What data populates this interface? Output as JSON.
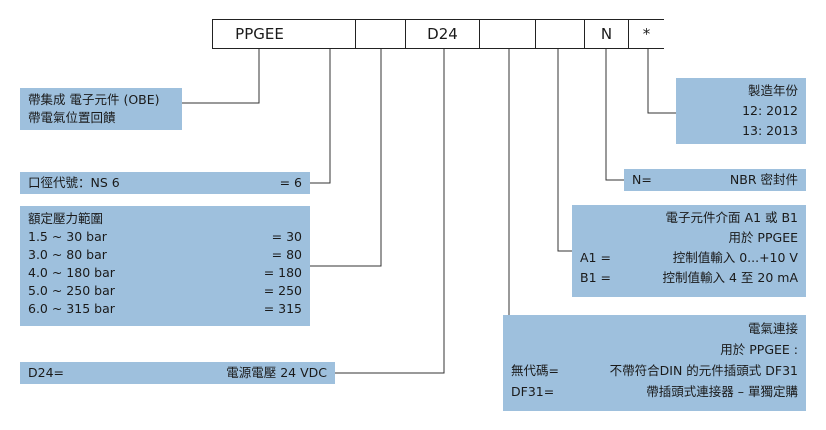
{
  "code_cells": [
    "PPGEE",
    "",
    "",
    "D24",
    "",
    "",
    "N",
    "*"
  ],
  "obe": {
    "line1": "帶集成 電子元件 (OBE)",
    "line2": "帶電氣位置回饋"
  },
  "ns": {
    "label": "口徑代號：NS 6",
    "value": "= 6"
  },
  "pressure": {
    "title": "額定壓力範圍",
    "rows": [
      {
        "range": "1.5 ~ 30 bar",
        "code": "= 30"
      },
      {
        "range": "3.0 ~ 80 bar",
        "code": "= 80"
      },
      {
        "range": "4.0 ~ 180 bar",
        "code": "= 180"
      },
      {
        "range": "5.0 ~ 250 bar",
        "code": "= 250"
      },
      {
        "range": "6.0 ~ 315 bar",
        "code": "= 315"
      }
    ]
  },
  "voltage": {
    "label": "D24=",
    "value": "電源電壓 24 VDC"
  },
  "year": {
    "title": "製造年份",
    "row1": "12: 2012",
    "row2": "13: 2013"
  },
  "seal": {
    "label": "N=",
    "value": "NBR 密封件"
  },
  "interface": {
    "title": "電子元件介面  A1 或 B1",
    "subtitle": "用於 PPGEE",
    "rows": [
      {
        "code": "A1 =",
        "desc": "控制值輸入 0...+10 V"
      },
      {
        "code": "B1 =",
        "desc": "控制值輸入 4 至 20 mA"
      }
    ]
  },
  "connection": {
    "title": "電氣連接",
    "subtitle": "用於 PPGEE :",
    "rows": [
      {
        "code": "無代碼=",
        "desc": "不帶符合DIN 的元件插頭式 DF31"
      },
      {
        "code": "DF31=",
        "desc": "帶插頭式連接器 – 單獨定購"
      }
    ]
  }
}
